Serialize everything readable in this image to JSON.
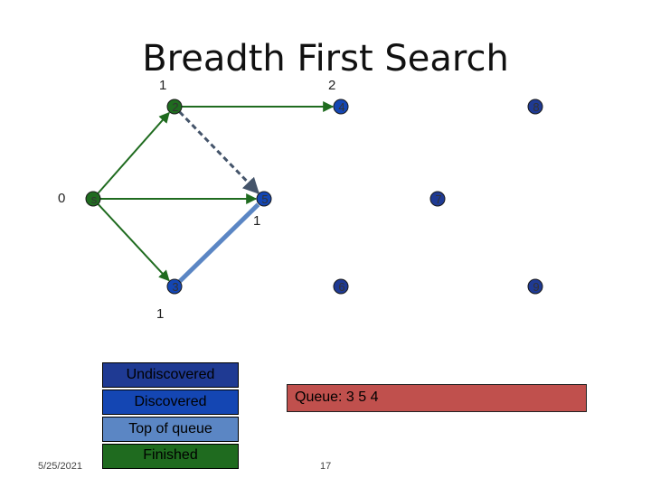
{
  "title": "Breadth First Search",
  "colors": {
    "undiscovered": "#1f3a93",
    "discovered": "#1446b3",
    "top_of_queue": "#5b86c4",
    "finished": "#1f6b1f",
    "queue_bg": "#c0504d",
    "edge_tree": "#1f6b1f",
    "edge_active": "#5b86c4",
    "edge_dashed": "#44546a"
  },
  "nodes": [
    {
      "id": "s",
      "label": "s",
      "state": "finished"
    },
    {
      "id": "2",
      "label": "2",
      "state": "finished"
    },
    {
      "id": "3",
      "label": "3",
      "state": "discovered"
    },
    {
      "id": "4",
      "label": "4",
      "state": "discovered"
    },
    {
      "id": "5",
      "label": "5",
      "state": "discovered"
    },
    {
      "id": "6",
      "label": "6",
      "state": "undiscovered"
    },
    {
      "id": "7",
      "label": "7",
      "state": "undiscovered"
    },
    {
      "id": "8",
      "label": "8",
      "state": "undiscovered"
    },
    {
      "id": "9",
      "label": "9",
      "state": "undiscovered"
    }
  ],
  "edges": [
    {
      "from": "s",
      "to": "2",
      "style": "tree",
      "arrow": true
    },
    {
      "from": "s",
      "to": "5",
      "style": "tree",
      "arrow": true
    },
    {
      "from": "s",
      "to": "3",
      "style": "tree",
      "arrow": true
    },
    {
      "from": "2",
      "to": "4",
      "style": "tree",
      "arrow": true
    },
    {
      "from": "2",
      "to": "5",
      "style": "dashed",
      "arrow": true
    },
    {
      "from": "3",
      "to": "5",
      "style": "active",
      "arrow": false
    }
  ],
  "distances": {
    "s": "0",
    "2": "1",
    "4": "2",
    "5": "1",
    "3": "1"
  },
  "legend": {
    "undiscovered": "Undiscovered",
    "discovered": "Discovered",
    "top_of_queue": "Top of queue",
    "finished": "Finished"
  },
  "queue_label": "Queue: 3 5 4",
  "footer": {
    "date": "5/25/2021",
    "page": "17"
  }
}
